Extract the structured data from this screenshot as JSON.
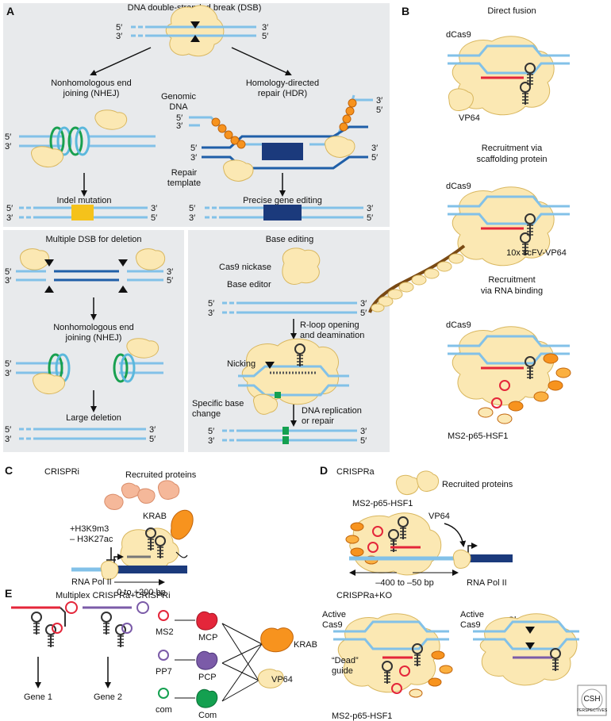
{
  "panels": {
    "A": "A",
    "B": "B",
    "C": "C",
    "D": "D",
    "E": "E"
  },
  "colors": {
    "panel_bg": "#e8eaec",
    "dna_light": "#82c1e8",
    "dna_dark": "#1b3a7c",
    "protein": "#fbe8b3",
    "protein_edge": "#d9b75f",
    "red": "#e4263a",
    "orange": "#f7931e",
    "green": "#14a050",
    "purple": "#7b5ba8",
    "indel": "#f5c21b"
  },
  "A": {
    "title": "DNA double-stranded break (DSB)",
    "nhej": [
      "Nonhomologous end",
      "joining (NHEJ)"
    ],
    "hdr": [
      "Homology-directed",
      "repair (HDR)"
    ],
    "genomic": [
      "Genomic",
      "DNA"
    ],
    "repair_template": [
      "Repair",
      "template"
    ],
    "indel": "Indel mutation",
    "precise": "Precise gene editing",
    "deletion_title": "Multiple DSB for deletion",
    "nhej2": [
      "Nonhomologous end",
      "joining (NHEJ)"
    ],
    "large_deletion": "Large deletion",
    "base_title": "Base editing",
    "cas9_nickase": "Cas9 nickase",
    "base_editor": "Base editor",
    "rloop": [
      "R-loop opening",
      "and deamination"
    ],
    "nicking": "Nicking",
    "specific": [
      "Specific base",
      "change"
    ],
    "replication": [
      "DNA replication",
      "or repair"
    ]
  },
  "B": {
    "direct": "Direct fusion",
    "dcas9_1": "dCas9",
    "vp64": "VP64",
    "scaffold": [
      "Recruitment via",
      "scaffolding protein"
    ],
    "dcas9_2": "dCas9",
    "scfv": "10x scFV-VP64",
    "rna_binding": [
      "Recruitment",
      "via RNA binding"
    ],
    "dcas9_3": "dCas9",
    "ms2": "MS2-p65-HSF1"
  },
  "C": {
    "title": "CRISPRi",
    "recruited": "Recruited proteins",
    "krab": "KRAB",
    "marks": [
      "+H3K9m3",
      "– H3K27ac"
    ],
    "polii": "RNA Pol II",
    "range": "0 to +200 bp"
  },
  "D": {
    "title": "CRISPRa",
    "recruited": "Recruited proteins",
    "ms2": "MS2-p65-HSF1",
    "vp64": "VP64",
    "range": "–400 to –50 bp",
    "polii": "RNA Pol II"
  },
  "E": {
    "title": "Multiplex CRISPRa+CRISPRi",
    "gene1": "Gene 1",
    "gene2": "Gene 2",
    "pairs": [
      {
        "rna": "MS2",
        "protein": "MCP"
      },
      {
        "rna": "PP7",
        "protein": "PCP"
      },
      {
        "rna": "com",
        "protein": "Com"
      }
    ],
    "krab": "KRAB",
    "vp64": "VP64",
    "ko_title": "CRISPRa+KO",
    "active1": [
      "Active",
      "Cas9"
    ],
    "dead_guide": [
      "“Dead”",
      "guide"
    ],
    "ms2": "MS2-p65-HSF1",
    "active2": [
      "Active",
      "Cas9"
    ],
    "cleavage": "Cleavage"
  },
  "ends": {
    "p5": "5′",
    "p3": "3′"
  },
  "logo": [
    "CSH",
    "PERSPECTIVES"
  ]
}
